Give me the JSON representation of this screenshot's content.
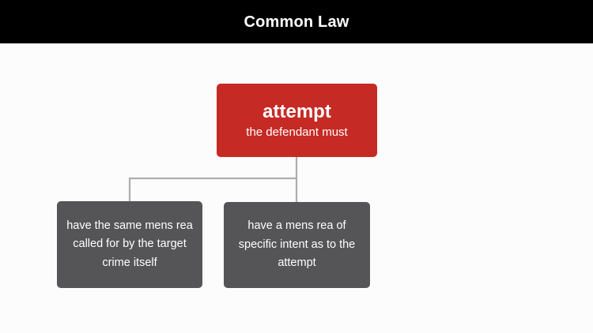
{
  "header": {
    "title": "Common Law"
  },
  "colors": {
    "header_background": "#000000",
    "header_text": "#ffffff",
    "slide_background": "#fcfcfc",
    "root_node": "#c62a24",
    "child_node": "#555456",
    "node_text": "#ffffff",
    "connector": "#adadad"
  },
  "diagram": {
    "type": "tree",
    "root": {
      "title": "attempt",
      "subtitle": "the defendant must"
    },
    "children": [
      {
        "text": "have the same mens rea called for by the target crime itself"
      },
      {
        "text": "have a mens rea of specific intent as to the attempt"
      }
    ]
  }
}
